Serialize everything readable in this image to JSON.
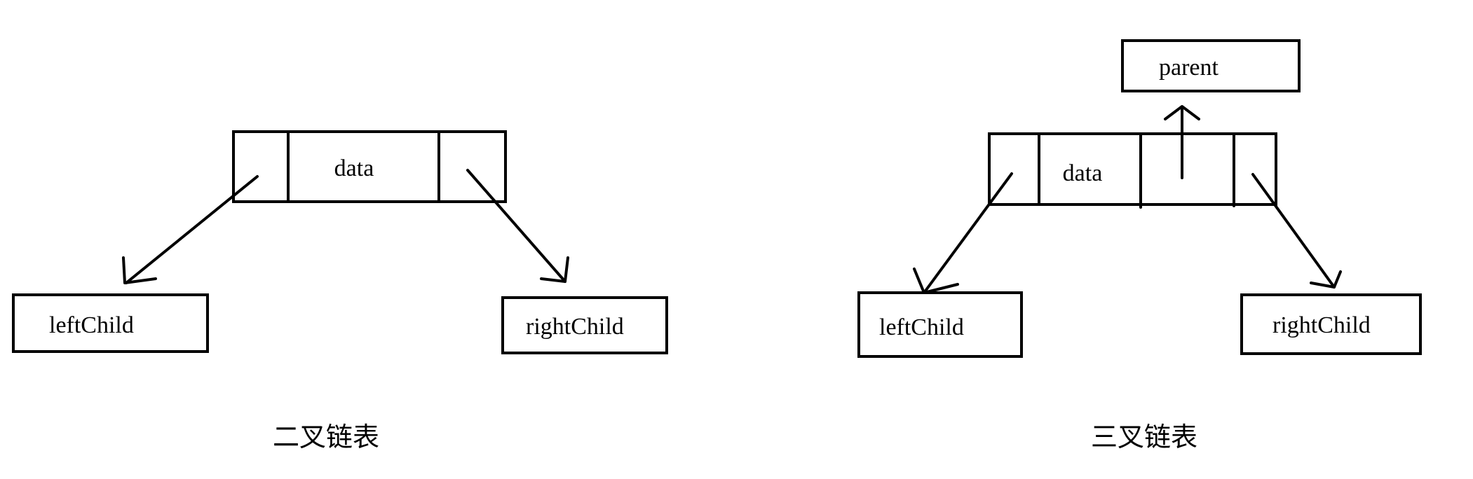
{
  "binary_tree": {
    "data_label": "data",
    "left_label": "leftChild",
    "right_label": "rightChild",
    "caption": "二叉链表"
  },
  "ternary_tree": {
    "parent_label": "parent",
    "data_label": "data",
    "left_label": "leftChild",
    "right_label": "rightChild",
    "caption": "三叉链表"
  }
}
